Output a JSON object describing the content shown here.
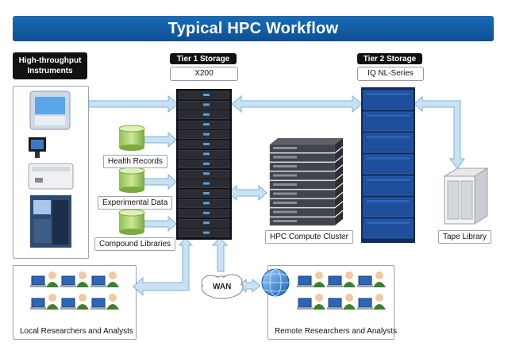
{
  "title": "Typical HPC Workflow",
  "instruments": {
    "header": "High-throughput Instruments"
  },
  "tier1": {
    "header": "Tier 1 Storage",
    "model": "X200"
  },
  "tier2": {
    "header": "Tier 2 Storage",
    "model": "IQ NL-Series"
  },
  "data_sources": [
    {
      "label": "Health Records"
    },
    {
      "label": "Experimental Data"
    },
    {
      "label": "Compound Libraries"
    }
  ],
  "cluster": {
    "label": "HPC Compute Cluster"
  },
  "tape": {
    "label": "Tape Library"
  },
  "local": {
    "label": "Local Researchers and Analysts"
  },
  "remote": {
    "label": "Remote Researchers and Analysts"
  },
  "wan": {
    "label": "WAN"
  },
  "colors": {
    "banner": "#155fa8",
    "arrow": "#b9d9ef",
    "arrow_stroke": "#7fb1d6",
    "server_dark": "#1c1c22",
    "server_blue": "#1d4f9c",
    "cylinder": "#a9d16a"
  }
}
